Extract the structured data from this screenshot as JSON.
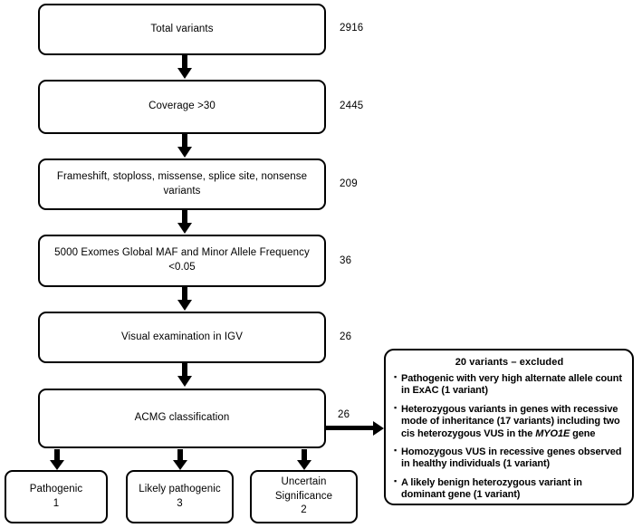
{
  "flow": {
    "steps": [
      {
        "label": "Total variants",
        "count": "2916"
      },
      {
        "label": "Coverage >30",
        "count": "2445"
      },
      {
        "label": "Frameshift, stoploss, missense, splice site, nonsense variants",
        "count": "209"
      },
      {
        "label": "5000 Exomes Global MAF and Minor Allele Frequency <0.05",
        "count": "36"
      },
      {
        "label": "Visual examination in IGV",
        "count": "26"
      },
      {
        "label": "ACMG classification",
        "count": "26"
      }
    ],
    "outcomes": [
      {
        "label": "Pathogenic",
        "count": "1"
      },
      {
        "label": "Likely pathogenic",
        "count": "3"
      },
      {
        "label": "Uncertain Significance",
        "count": "2"
      }
    ]
  },
  "excluded": {
    "title": "20 variants – excluded",
    "items": [
      {
        "text_before": "Pathogenic with very high alternate allele count in ExAC (1 variant)",
        "italic": "",
        "text_after": ""
      },
      {
        "text_before": "Heterozygous variants in genes with recessive mode of inheritance (17 variants) including two cis heterozygous VUS in the ",
        "italic": "MYO1E",
        "text_after": " gene"
      },
      {
        "text_before": "Homozygous VUS in recessive genes observed in healthy individuals (1 variant)",
        "italic": "",
        "text_after": ""
      },
      {
        "text_before": "A likely benign heterozygous variant in dominant gene (1 variant)",
        "italic": "",
        "text_after": ""
      }
    ]
  },
  "colors": {
    "stroke": "#000000",
    "background": "#ffffff"
  }
}
